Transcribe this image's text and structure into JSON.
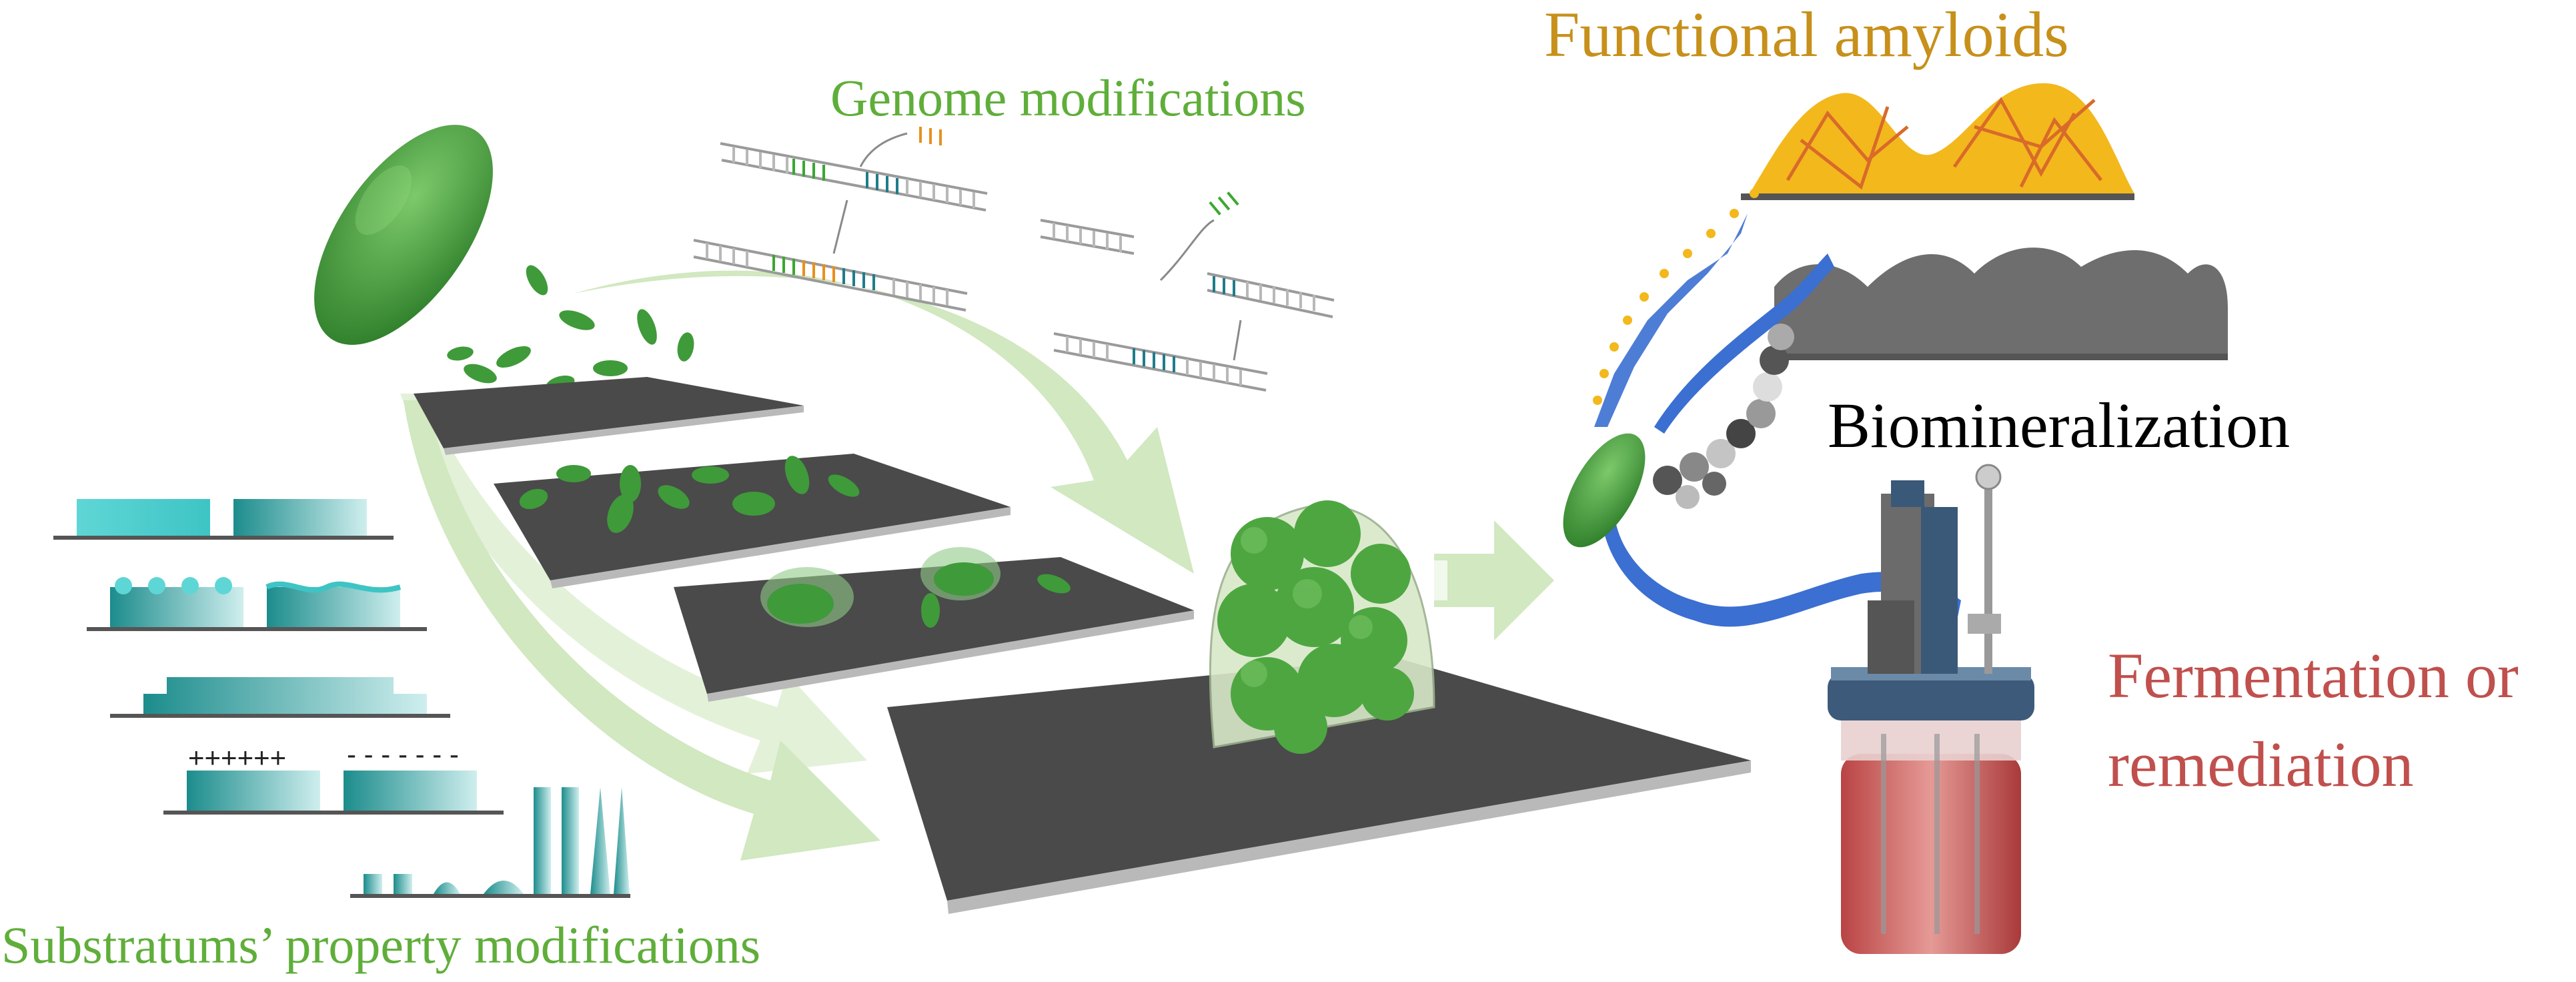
{
  "labels": {
    "genome": "Genome modifications",
    "amyloids": "Functional amyloids",
    "biomineralization": "Biomineralization",
    "fermentation_line1": "Fermentation or",
    "fermentation_line2": "remediation",
    "substratums": "Substratums’ property modifications"
  },
  "colors": {
    "genome_text": "#5fae3a",
    "amyloid_text": "#c7901a",
    "biomin_text": "#000000",
    "fermentation_text": "#c0504d",
    "substratum_text": "#5fae3a",
    "bacteria": "#3f9a3a",
    "arrow": "#c9e3b4",
    "plate": "#4a4a4a",
    "amyloid_fill": "#f2b81c",
    "mineral_fill": "#6e6e6e",
    "chevron": "#3b6fd1",
    "teal": "#2a9e9e",
    "medium": "#c8494a"
  },
  "icons": [
    "bacterium-icon",
    "dna-icon",
    "bioreactor-icon",
    "amyloid-fibril-icon"
  ]
}
